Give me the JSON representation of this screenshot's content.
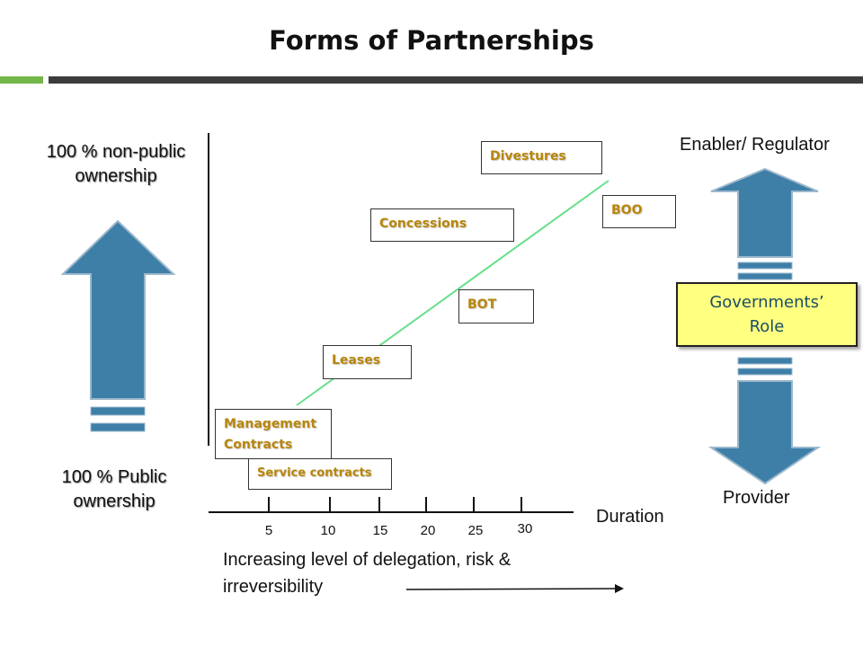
{
  "title": "Forms of Partnerships",
  "left": {
    "top_label_line1": "100 % non-public",
    "top_label_line2": "ownership",
    "bottom_label_line1": "100 % Public",
    "bottom_label_line2": "ownership"
  },
  "right": {
    "top_label": "Enabler/ Regulator",
    "bottom_label": "Provider",
    "gov_line1": "Governments’",
    "gov_line2": "Role"
  },
  "forms": {
    "divestures": "Divestures",
    "boo": "BOO",
    "concessions": "Concessions",
    "bot": "BOT",
    "leases": "Leases",
    "management_line1": "Management",
    "management_line2": "Contracts",
    "service": "Service contracts"
  },
  "axis": {
    "duration_label": "Duration",
    "ticks": [
      "5",
      "10",
      "15",
      "20",
      "25",
      "30"
    ]
  },
  "caption": {
    "line1": "Increasing level of delegation, risk &",
    "line2": "irreversibility"
  },
  "colors": {
    "arrow_fill": "#3e7fa8",
    "arrow_stroke": "#9bb8cc",
    "trend_line": "#66e08a",
    "gov_fill": "#ffff80",
    "form_text": "#b8860b"
  }
}
